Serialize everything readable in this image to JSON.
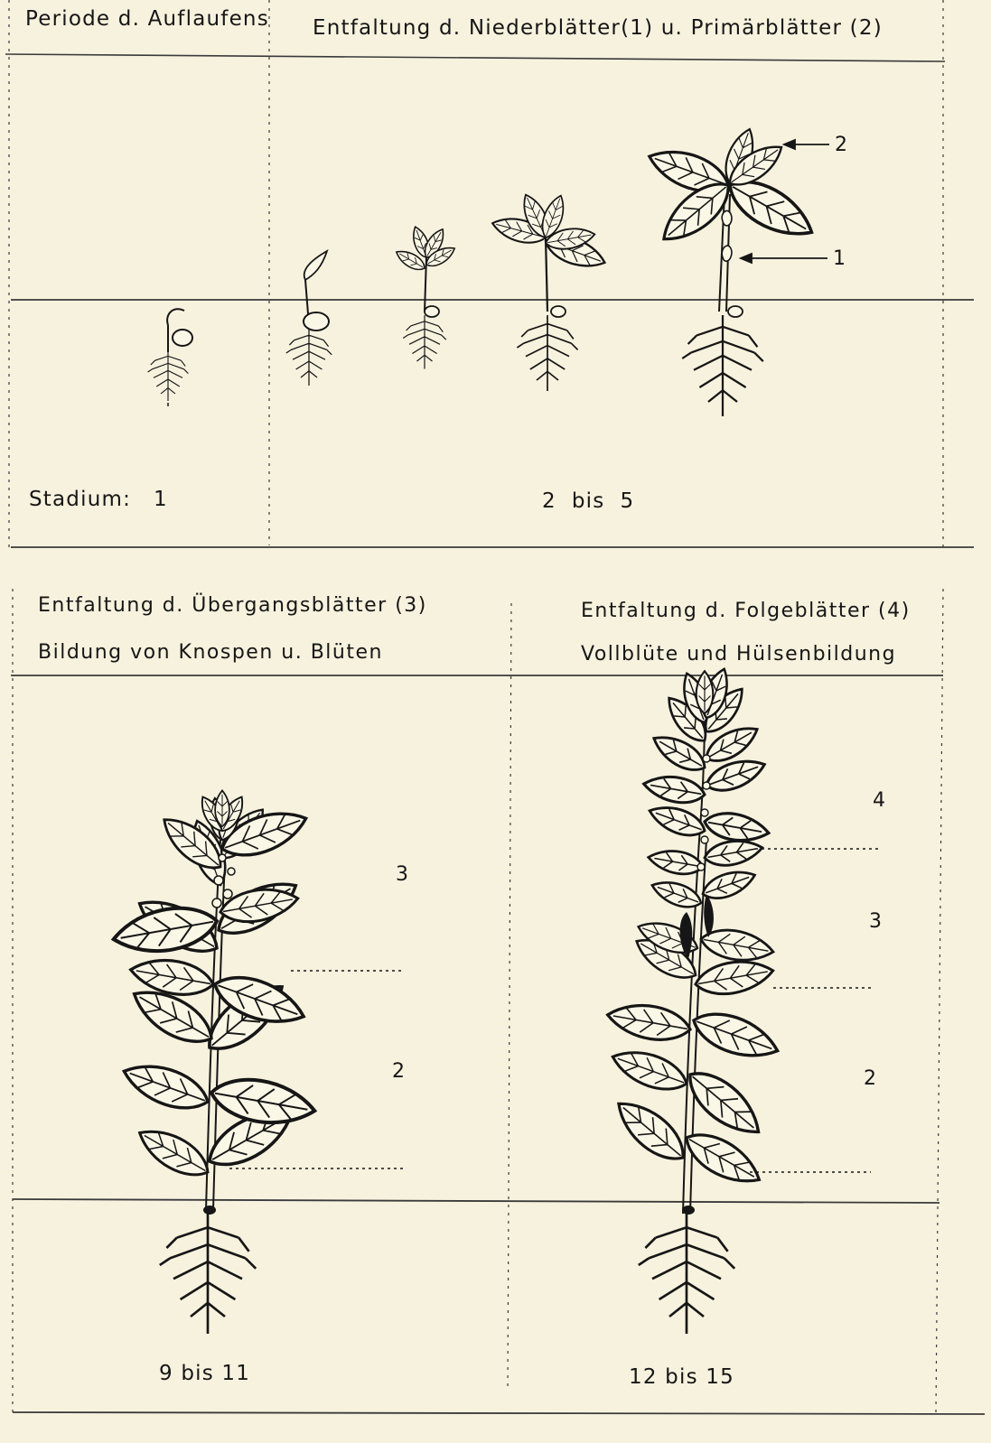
{
  "top_panel": {
    "period_label": "Periode d. Auflaufens",
    "header_title": "Entfaltung d. Niederblätter(1) u. Primärblätter (2)",
    "stadium_label": "Stadium:",
    "stadium_first": "1",
    "stadium_range": "2  bis  5",
    "callout_primary": "2",
    "callout_lower": "1"
  },
  "bottom_left": {
    "header_line1": "Entfaltung d. Übergangsblätter (3)",
    "header_line2": "Bildung von Knospen u. Blüten",
    "zone_upper": "3",
    "zone_lower": "2",
    "stadium_range": "9 bis 11"
  },
  "bottom_right": {
    "header_line1": "Entfaltung d. Folgeblätter (4)",
    "header_line2": "Vollblüte und Hülsenbildung",
    "zone_top": "4",
    "zone_middle": "3",
    "zone_lower": "2",
    "stadium_range": "12 bis 15"
  },
  "colors": {
    "ink": "#161616",
    "paper": "#f7f2de",
    "rule": "#3a3a3a"
  }
}
